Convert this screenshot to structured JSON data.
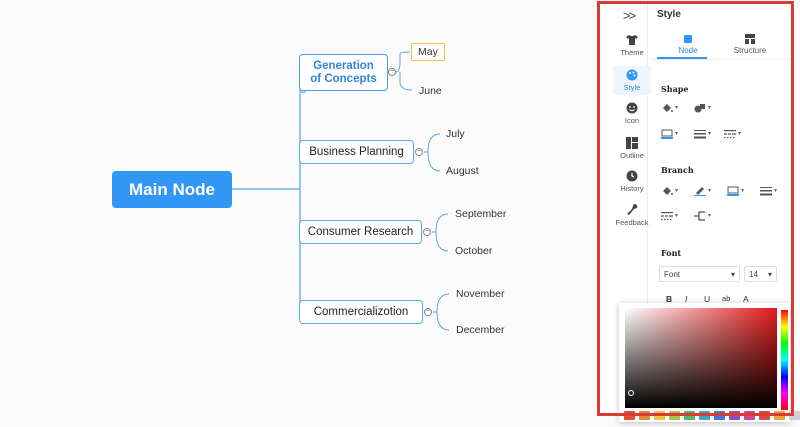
{
  "mindmap": {
    "main_node": "Main Node",
    "branches": [
      {
        "label": "Generation\nof Concepts",
        "bold": true,
        "children": [
          "May",
          "June"
        ],
        "selected_child": 0
      },
      {
        "label": "Business Planning",
        "bold": false,
        "children": [
          "July",
          "August"
        ]
      },
      {
        "label": "Consumer Research",
        "bold": false,
        "children": [
          "September",
          "October"
        ]
      },
      {
        "label": "Commercializotion",
        "bold": false,
        "children": [
          "November",
          "December"
        ]
      }
    ]
  },
  "panel": {
    "title": "Style",
    "collapse_icon": "double-chevron-right-icon",
    "rail": [
      {
        "label": "Theme",
        "icon": "shirt-icon",
        "active": false
      },
      {
        "label": "Style",
        "icon": "palette-icon",
        "active": true
      },
      {
        "label": "Icon",
        "icon": "smiley-icon",
        "active": false
      },
      {
        "label": "Outline",
        "icon": "outline-icon",
        "active": false
      },
      {
        "label": "History",
        "icon": "clock-icon",
        "active": false
      },
      {
        "label": "Feedback",
        "icon": "wrench-icon",
        "active": false
      }
    ],
    "tabs": [
      {
        "label": "Node",
        "icon": "node-icon",
        "active": true
      },
      {
        "label": "Structure",
        "icon": "structure-icon",
        "active": false
      }
    ],
    "sections": {
      "shape": "Shape",
      "branch": "Branch",
      "font": "Font"
    },
    "font": {
      "family": "Font",
      "size": "14",
      "format_buttons": [
        "B",
        "I",
        "U",
        "ab",
        "A"
      ]
    }
  },
  "colors": {
    "accent": "#3296f5",
    "highlight_frame": "#d93a36",
    "selected_border": "#f3c43c",
    "swatches": [
      "#e84c3d",
      "#e8883d",
      "#f0c33c",
      "#a5c93e",
      "#52b96b",
      "#3aa6c9",
      "#3b7bd6",
      "#8a4fc9",
      "#c84a96",
      "#d84c4c",
      "#f0a23c",
      "#d0d0d0"
    ]
  }
}
